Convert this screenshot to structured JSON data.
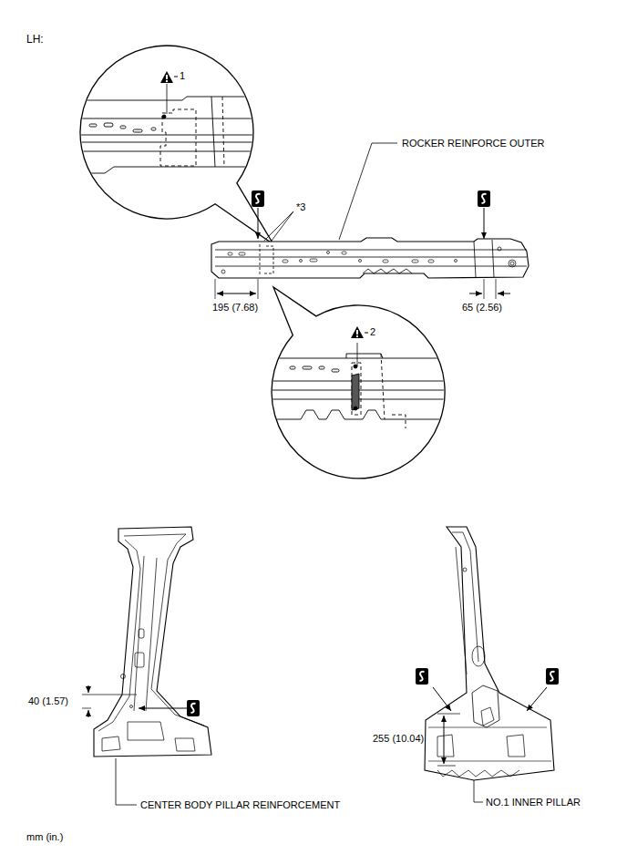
{
  "diagram": {
    "title": "LH:",
    "labels": [
      "ROCKER REINFORCE OUTER",
      "*3",
      "1",
      "2",
      "195 (7.68)",
      "65 (2.56)",
      "40 (1.57)",
      "CENTER BODY PILLAR REINFORCEMENT",
      "255 (10.04)",
      "NO.1 INNER PILLAR",
      "mm (in.)"
    ]
  }
}
